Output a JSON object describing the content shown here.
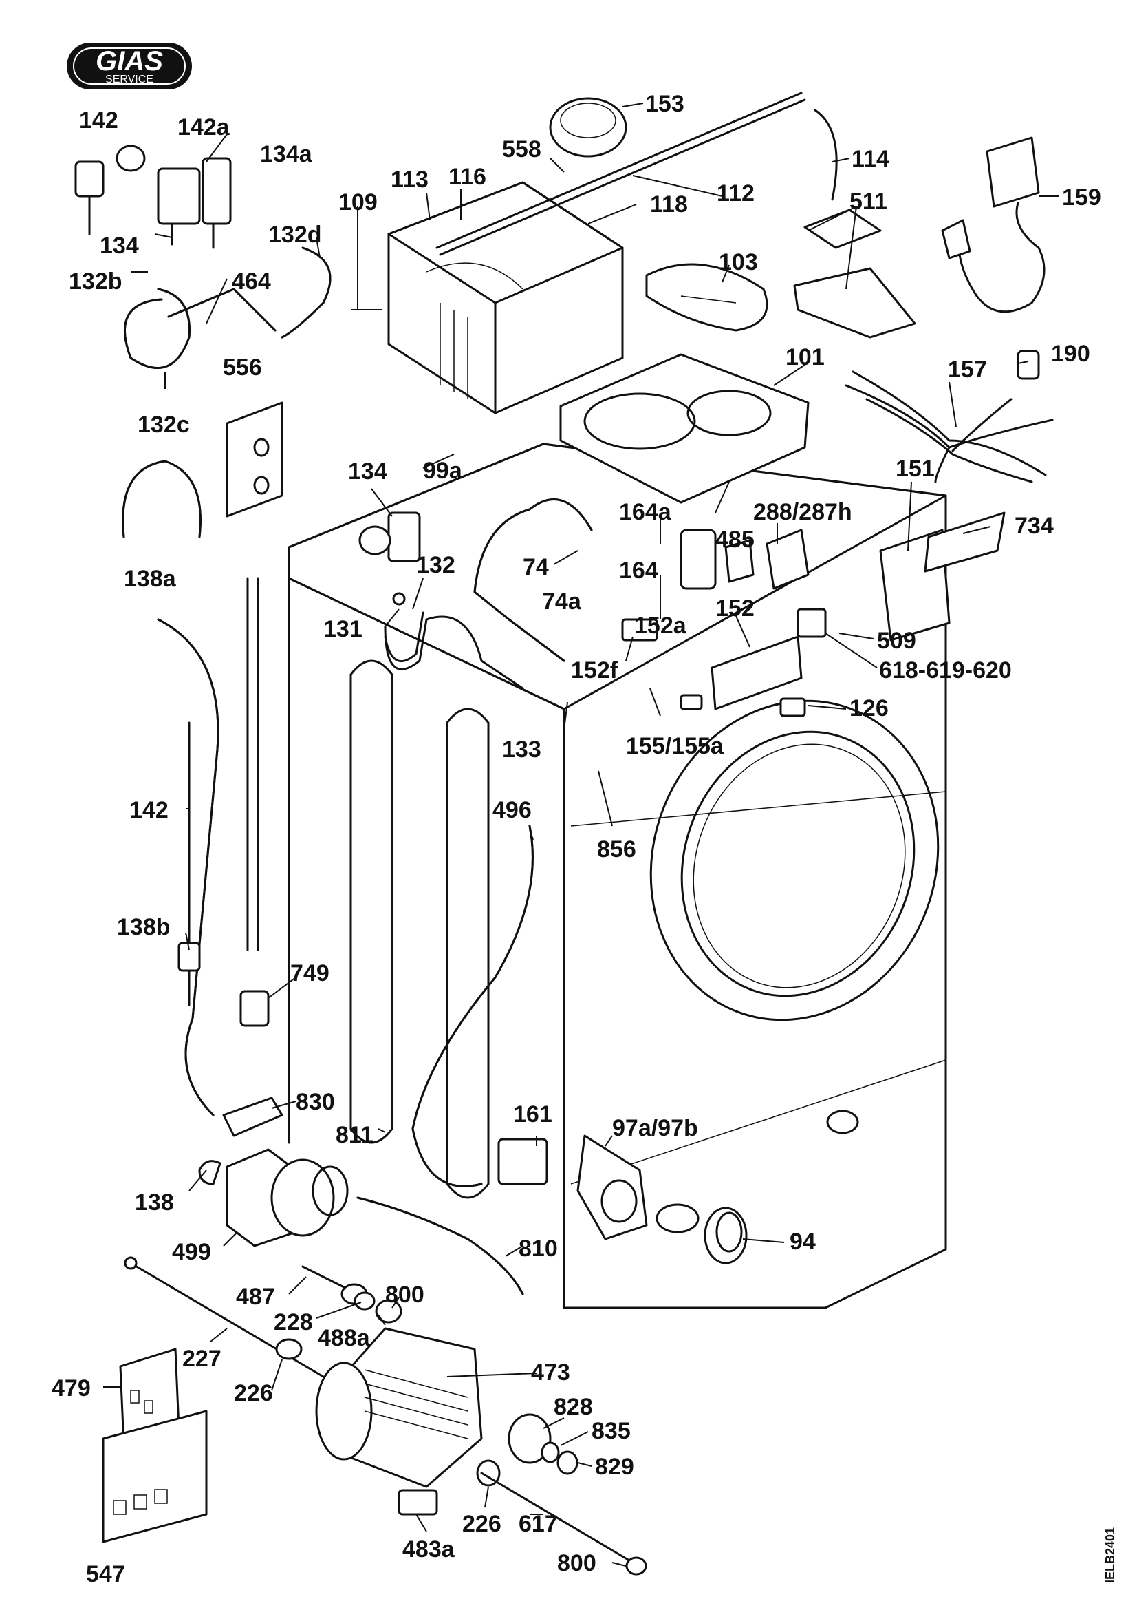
{
  "logo": {
    "brand": "GIAS",
    "sub": "SERVICE"
  },
  "drawing_code": "IELB2401",
  "labels": [
    {
      "id": "l153",
      "text": "153"
    },
    {
      "id": "l142t",
      "text": "142"
    },
    {
      "id": "l142a",
      "text": "142a"
    },
    {
      "id": "l558",
      "text": "558"
    },
    {
      "id": "l114",
      "text": "114"
    },
    {
      "id": "l134a",
      "text": "134a"
    },
    {
      "id": "l113",
      "text": "113"
    },
    {
      "id": "l116",
      "text": "116"
    },
    {
      "id": "l112",
      "text": "112"
    },
    {
      "id": "l159",
      "text": "159"
    },
    {
      "id": "l109",
      "text": "109"
    },
    {
      "id": "l118",
      "text": "118"
    },
    {
      "id": "l511",
      "text": "511"
    },
    {
      "id": "l134t",
      "text": "134"
    },
    {
      "id": "l132d",
      "text": "132d"
    },
    {
      "id": "l132b",
      "text": "132b"
    },
    {
      "id": "l464",
      "text": "464"
    },
    {
      "id": "l103",
      "text": "103"
    },
    {
      "id": "l190",
      "text": "190"
    },
    {
      "id": "l556",
      "text": "556"
    },
    {
      "id": "l101",
      "text": "101"
    },
    {
      "id": "l157",
      "text": "157"
    },
    {
      "id": "l132c",
      "text": "132c"
    },
    {
      "id": "l134m",
      "text": "134"
    },
    {
      "id": "l99a",
      "text": "99a"
    },
    {
      "id": "l151",
      "text": "151"
    },
    {
      "id": "l164a",
      "text": "164a"
    },
    {
      "id": "l288",
      "text": "288/287h"
    },
    {
      "id": "l734",
      "text": "734"
    },
    {
      "id": "l485",
      "text": "485"
    },
    {
      "id": "l138a",
      "text": "138a"
    },
    {
      "id": "l132",
      "text": "132"
    },
    {
      "id": "l74",
      "text": "74"
    },
    {
      "id": "l164",
      "text": "164"
    },
    {
      "id": "l152",
      "text": "152"
    },
    {
      "id": "l74a",
      "text": "74a"
    },
    {
      "id": "l152a",
      "text": "152a"
    },
    {
      "id": "l131",
      "text": "131"
    },
    {
      "id": "l509",
      "text": "509"
    },
    {
      "id": "l152f",
      "text": "152f"
    },
    {
      "id": "l618",
      "text": "618-619-620"
    },
    {
      "id": "l126",
      "text": "126"
    },
    {
      "id": "l133",
      "text": "133"
    },
    {
      "id": "l155",
      "text": "155/155a"
    },
    {
      "id": "l142m",
      "text": "142"
    },
    {
      "id": "l496",
      "text": "496"
    },
    {
      "id": "l856",
      "text": "856"
    },
    {
      "id": "l138b",
      "text": "138b"
    },
    {
      "id": "l749",
      "text": "749"
    },
    {
      "id": "l830",
      "text": "830"
    },
    {
      "id": "l161",
      "text": "161"
    },
    {
      "id": "l811",
      "text": "811"
    },
    {
      "id": "l97",
      "text": "97a/97b"
    },
    {
      "id": "l138",
      "text": "138"
    },
    {
      "id": "l94",
      "text": "94"
    },
    {
      "id": "l499",
      "text": "499"
    },
    {
      "id": "l810",
      "text": "810"
    },
    {
      "id": "l800t",
      "text": "800"
    },
    {
      "id": "l487",
      "text": "487"
    },
    {
      "id": "l228",
      "text": "228"
    },
    {
      "id": "l488a",
      "text": "488a"
    },
    {
      "id": "l227",
      "text": "227"
    },
    {
      "id": "l473",
      "text": "473"
    },
    {
      "id": "l479",
      "text": "479"
    },
    {
      "id": "l226t",
      "text": "226"
    },
    {
      "id": "l828",
      "text": "828"
    },
    {
      "id": "l835",
      "text": "835"
    },
    {
      "id": "l829",
      "text": "829"
    },
    {
      "id": "l226b",
      "text": "226"
    },
    {
      "id": "l617",
      "text": "617"
    },
    {
      "id": "l483a",
      "text": "483a"
    },
    {
      "id": "l547",
      "text": "547"
    },
    {
      "id": "l800b",
      "text": "800"
    }
  ]
}
